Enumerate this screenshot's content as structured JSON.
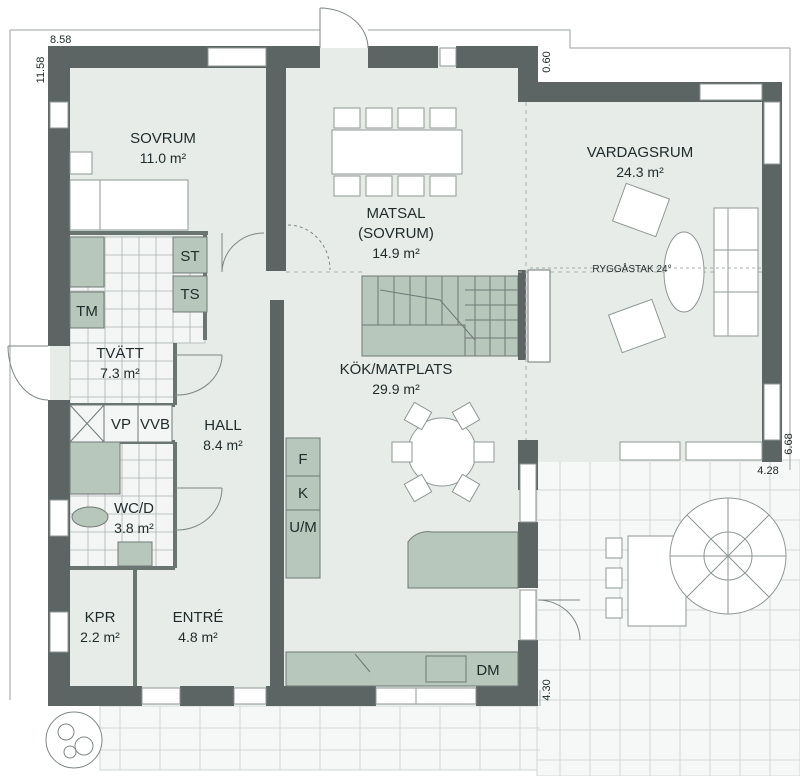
{
  "rooms": {
    "sovrum": {
      "name": "SOVRUM",
      "area": "11.0 m²"
    },
    "matsal": {
      "name": "MATSAL",
      "sub": "(SOVRUM)",
      "area": "14.9 m²"
    },
    "vardagsrum": {
      "name": "VARDAGSRUM",
      "area": "24.3 m²"
    },
    "kok": {
      "name": "KÖK/MATPLATS",
      "area": "29.9 m²"
    },
    "tvatt": {
      "name": "TVÄTT",
      "area": "7.3 m²"
    },
    "hall": {
      "name": "HALL",
      "area": "8.4 m²"
    },
    "wcd": {
      "name": "WC/D",
      "area": "3.8 m²"
    },
    "kpr": {
      "name": "KPR",
      "area": "2.2 m²"
    },
    "entre": {
      "name": "ENTRÉ",
      "area": "4.8 m²"
    }
  },
  "fixtures": {
    "st": "ST",
    "ts": "TS",
    "tm": "TM",
    "vp": "VP",
    "vvb": "VVB",
    "f": "F",
    "k": "K",
    "um": "U/M",
    "dm": "DM"
  },
  "notes": {
    "roof": "RYGGÅSTAK 24°"
  },
  "dimensions": {
    "top_left": "8.58",
    "left_top": "11.58",
    "top_mid": "0.60",
    "right_a": "6.68",
    "right_b": "4.28",
    "bottom": "4.30"
  },
  "colors": {
    "wall": "#5c6563",
    "floor": "#e7ece9",
    "fixture": "#b7c7bc",
    "line": "#8e9794"
  }
}
